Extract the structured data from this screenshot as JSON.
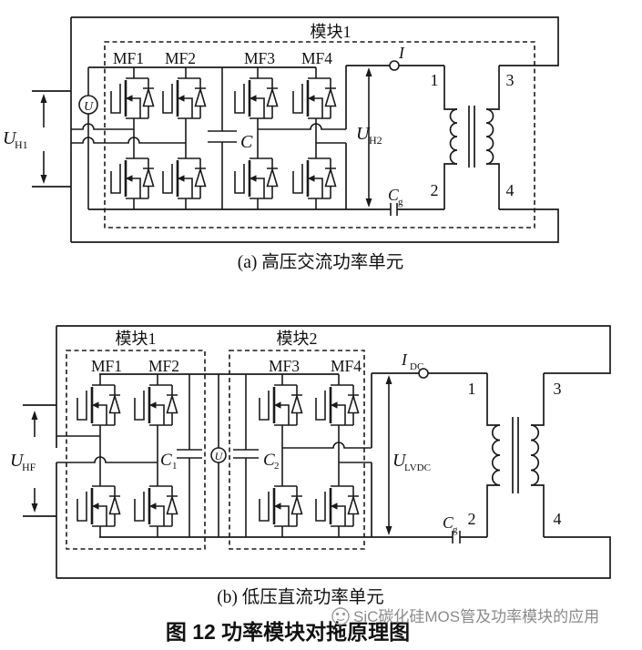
{
  "figure": {
    "caption": "图 12  功率模块对拖原理图",
    "watermark": "SiC碳化硅MOS管及功率模块的应用",
    "colors": {
      "line": "#1a1a1a",
      "watermark": "#8a8a8a"
    },
    "panel_a": {
      "caption": "(a) 高压交流功率单元",
      "module_label": "模块1",
      "mosfets": [
        "MF1",
        "MF2",
        "MF3",
        "MF4"
      ],
      "terminals": [
        "1",
        "2",
        "3",
        "4"
      ],
      "source_label": "U",
      "v_in": {
        "m": "U",
        "s": "H1"
      },
      "v_out": {
        "m": "U",
        "s": "H2"
      },
      "current": {
        "m": "I",
        "s": ""
      },
      "cap": {
        "m": "C",
        "s": ""
      },
      "cap_g": {
        "m": "C",
        "s": "g"
      }
    },
    "panel_b": {
      "caption": "(b) 低压直流功率单元",
      "module1_label": "模块1",
      "module2_label": "模块2",
      "mosfets": [
        "MF1",
        "MF2",
        "MF3",
        "MF4"
      ],
      "terminals": [
        "1",
        "2",
        "3",
        "4"
      ],
      "source_label": "U",
      "v_in": {
        "m": "U",
        "s": "HF"
      },
      "v_out": {
        "m": "U",
        "s": "LVDC"
      },
      "current": {
        "m": "I",
        "s": "DC"
      },
      "cap1": {
        "m": "C",
        "s": "1"
      },
      "cap2": {
        "m": "C",
        "s": "2"
      },
      "cap_g": {
        "m": "C",
        "s": "g"
      }
    }
  }
}
